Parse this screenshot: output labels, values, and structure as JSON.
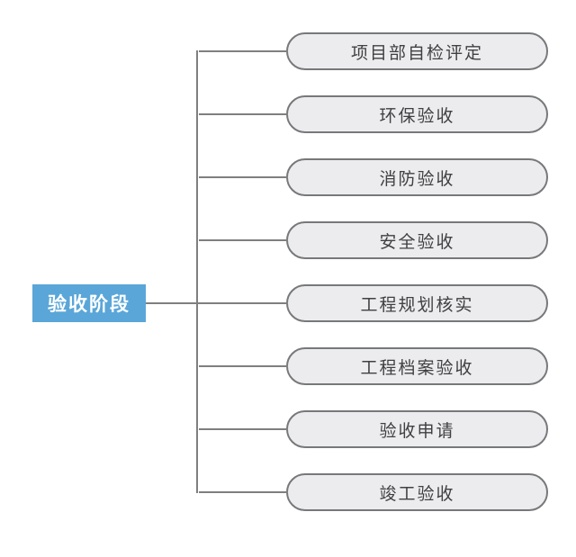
{
  "diagram": {
    "root": {
      "label": "验收阶段"
    },
    "nodes": [
      {
        "label": "项目部自检评定"
      },
      {
        "label": "环保验收"
      },
      {
        "label": "消防验收"
      },
      {
        "label": "安全验收"
      },
      {
        "label": "工程规划核实"
      },
      {
        "label": "工程档案验收"
      },
      {
        "label": "验收申请"
      },
      {
        "label": "竣工验收"
      }
    ],
    "colors": {
      "root_fill": "#5aa6d8",
      "root_text": "#ffffff",
      "node_fill": "#ececee",
      "node_border": "#77787a",
      "node_text": "#404042",
      "connector": "#7f7f7f",
      "background": "#ffffff"
    }
  }
}
